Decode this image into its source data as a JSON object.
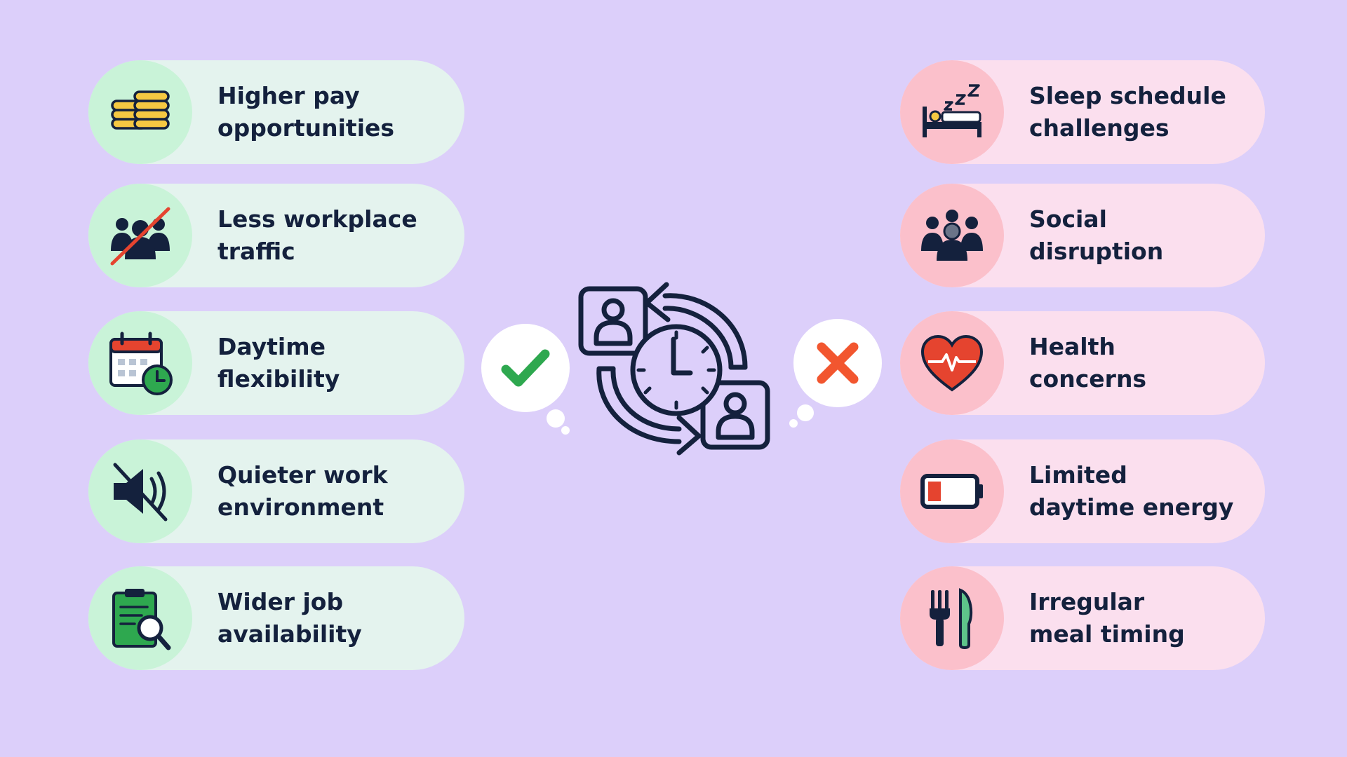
{
  "pros": [
    {
      "line1": "Higher pay",
      "line2": "opportunities",
      "icon": "coins-icon"
    },
    {
      "line1": "Less workplace",
      "line2": "traffic",
      "icon": "no-crowd-icon"
    },
    {
      "line1": "Daytime",
      "line2": "flexibility",
      "icon": "calendar-clock-icon"
    },
    {
      "line1": "Quieter work",
      "line2": "environment",
      "icon": "muted-speaker-icon"
    },
    {
      "line1": "Wider job",
      "line2": "availability",
      "icon": "clipboard-search-icon"
    }
  ],
  "cons": [
    {
      "line1": "Sleep schedule",
      "line2": "challenges",
      "icon": "bed-sleep-icon"
    },
    {
      "line1": "Social",
      "line2": "disruption",
      "icon": "group-people-icon"
    },
    {
      "line1": "Health",
      "line2": "concerns",
      "icon": "heart-pulse-icon"
    },
    {
      "line1": "Limited",
      "line2": "daytime energy",
      "icon": "low-battery-icon"
    },
    {
      "line1": "Irregular",
      "line2": "meal timing",
      "icon": "fork-knife-icon"
    }
  ],
  "center": {
    "icon": "shift-rotation-clock-icon"
  },
  "marks": {
    "pro_icon": "checkmark-icon",
    "con_icon": "cross-icon"
  },
  "colors": {
    "background": "#dccffa",
    "pro_pill": "#e4f3ee",
    "pro_badge": "#c9f3d8",
    "con_pill": "#fbdfee",
    "con_badge": "#fbc0cb",
    "check": "#2ea84f",
    "cross": "#f2562f",
    "text": "#14213d"
  }
}
